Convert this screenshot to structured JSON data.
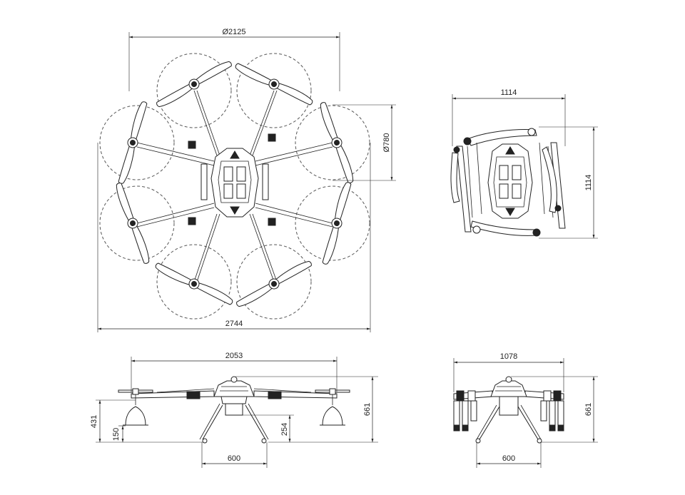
{
  "dimensions": {
    "top_rotor_span": "Ø2125",
    "top_overall_width": "2744",
    "propeller_diameter": "Ø780",
    "folded_width": "1114",
    "folded_depth": "1114",
    "side_span": "2053",
    "side_height": "661",
    "side_gear_height": "431",
    "side_foot_height": "150",
    "side_tank_clearance": "254",
    "side_gear_spacing": "600",
    "front_width": "1078",
    "front_height": "661",
    "front_gear_spacing": "600"
  }
}
